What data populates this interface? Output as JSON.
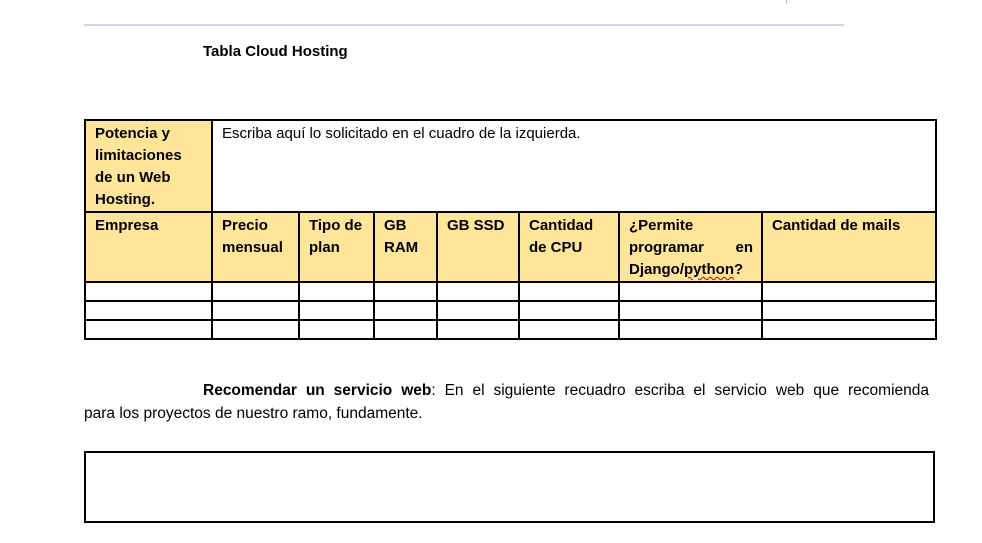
{
  "document": {
    "title": "Tabla Cloud Hosting"
  },
  "table": {
    "first_row": {
      "label_lines": [
        "Potencia y",
        "limitaciones",
        "de un Web",
        "Hosting."
      ],
      "description": "Escriba aquí lo solicitado en el cuadro de la izquierda."
    },
    "headers": [
      {
        "lines": [
          "Empresa"
        ]
      },
      {
        "lines": [
          "Precio",
          "mensual"
        ]
      },
      {
        "lines": [
          "Tipo de",
          "plan"
        ]
      },
      {
        "lines": [
          "GB",
          "RAM"
        ]
      },
      {
        "lines": [
          "GB SSD"
        ]
      },
      {
        "lines": [
          "Cantidad",
          "de CPU"
        ]
      },
      {
        "lines": [
          "¿Permite",
          "programar en",
          "Django/python?"
        ]
      },
      {
        "lines": [
          "Cantidad de mails"
        ]
      }
    ],
    "empty_rows": 3,
    "highlight_color": "#ffe599"
  },
  "recommendation": {
    "label": "Recomendar un servicio web",
    "text": ": En el siguiente recuadro escriba el servicio web que recomienda",
    "line2": "para los proyectos de nuestro ramo, fundamente."
  }
}
